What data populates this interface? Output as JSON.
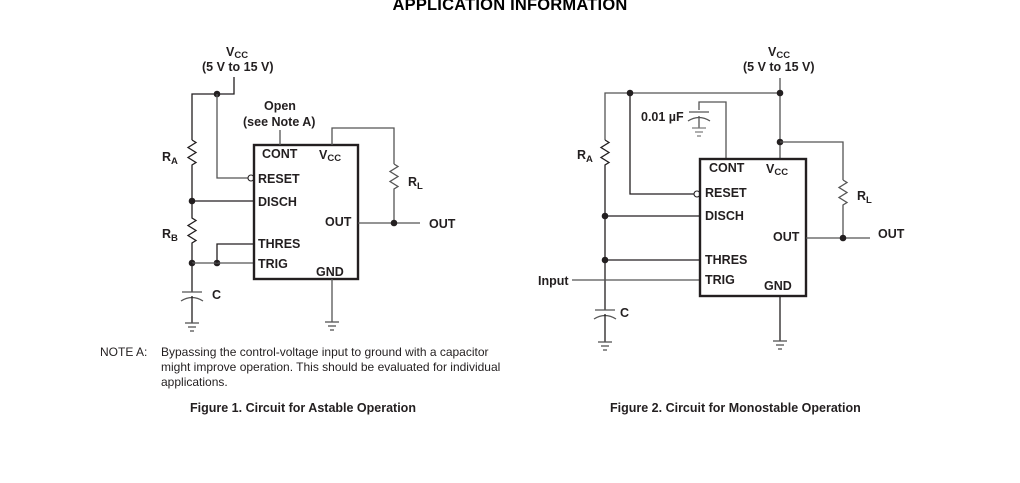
{
  "page": {
    "title": "APPLICATION INFORMATION"
  },
  "figure1": {
    "supply_label": "V",
    "supply_sub": "CC",
    "supply_range": "(5 V to 15 V)",
    "cont_note_line1": "Open",
    "cont_note_line2": "(see Note A)",
    "ra_label": "R",
    "ra_sub": "A",
    "rb_label": "R",
    "rb_sub": "B",
    "rl_label": "R",
    "rl_sub": "L",
    "c_label": "C",
    "out_label": "OUT",
    "pins": {
      "cont": "CONT",
      "vcc": "V",
      "vcc_sub": "CC",
      "reset": "RESET",
      "disch": "DISCH",
      "out": "OUT",
      "thres": "THRES",
      "trig": "TRIG",
      "gnd": "GND"
    },
    "note_tag": "NOTE A:",
    "note_text": "Bypassing the control-voltage input to ground with a capacitor might improve operation. This should be evaluated for individual applications.",
    "caption": "Figure 1. Circuit for Astable Operation"
  },
  "figure2": {
    "supply_label": "V",
    "supply_sub": "CC",
    "supply_range": "(5 V to 15 V)",
    "cont_cap_label": "0.01 µF",
    "ra_label": "R",
    "ra_sub": "A",
    "rl_label": "R",
    "rl_sub": "L",
    "c_label": "C",
    "input_label": "Input",
    "out_label": "OUT",
    "pins": {
      "cont": "CONT",
      "vcc": "V",
      "vcc_sub": "CC",
      "reset": "RESET",
      "disch": "DISCH",
      "out": "OUT",
      "thres": "THRES",
      "trig": "TRIG",
      "gnd": "GND"
    },
    "caption": "Figure 2. Circuit for Monostable Operation"
  }
}
